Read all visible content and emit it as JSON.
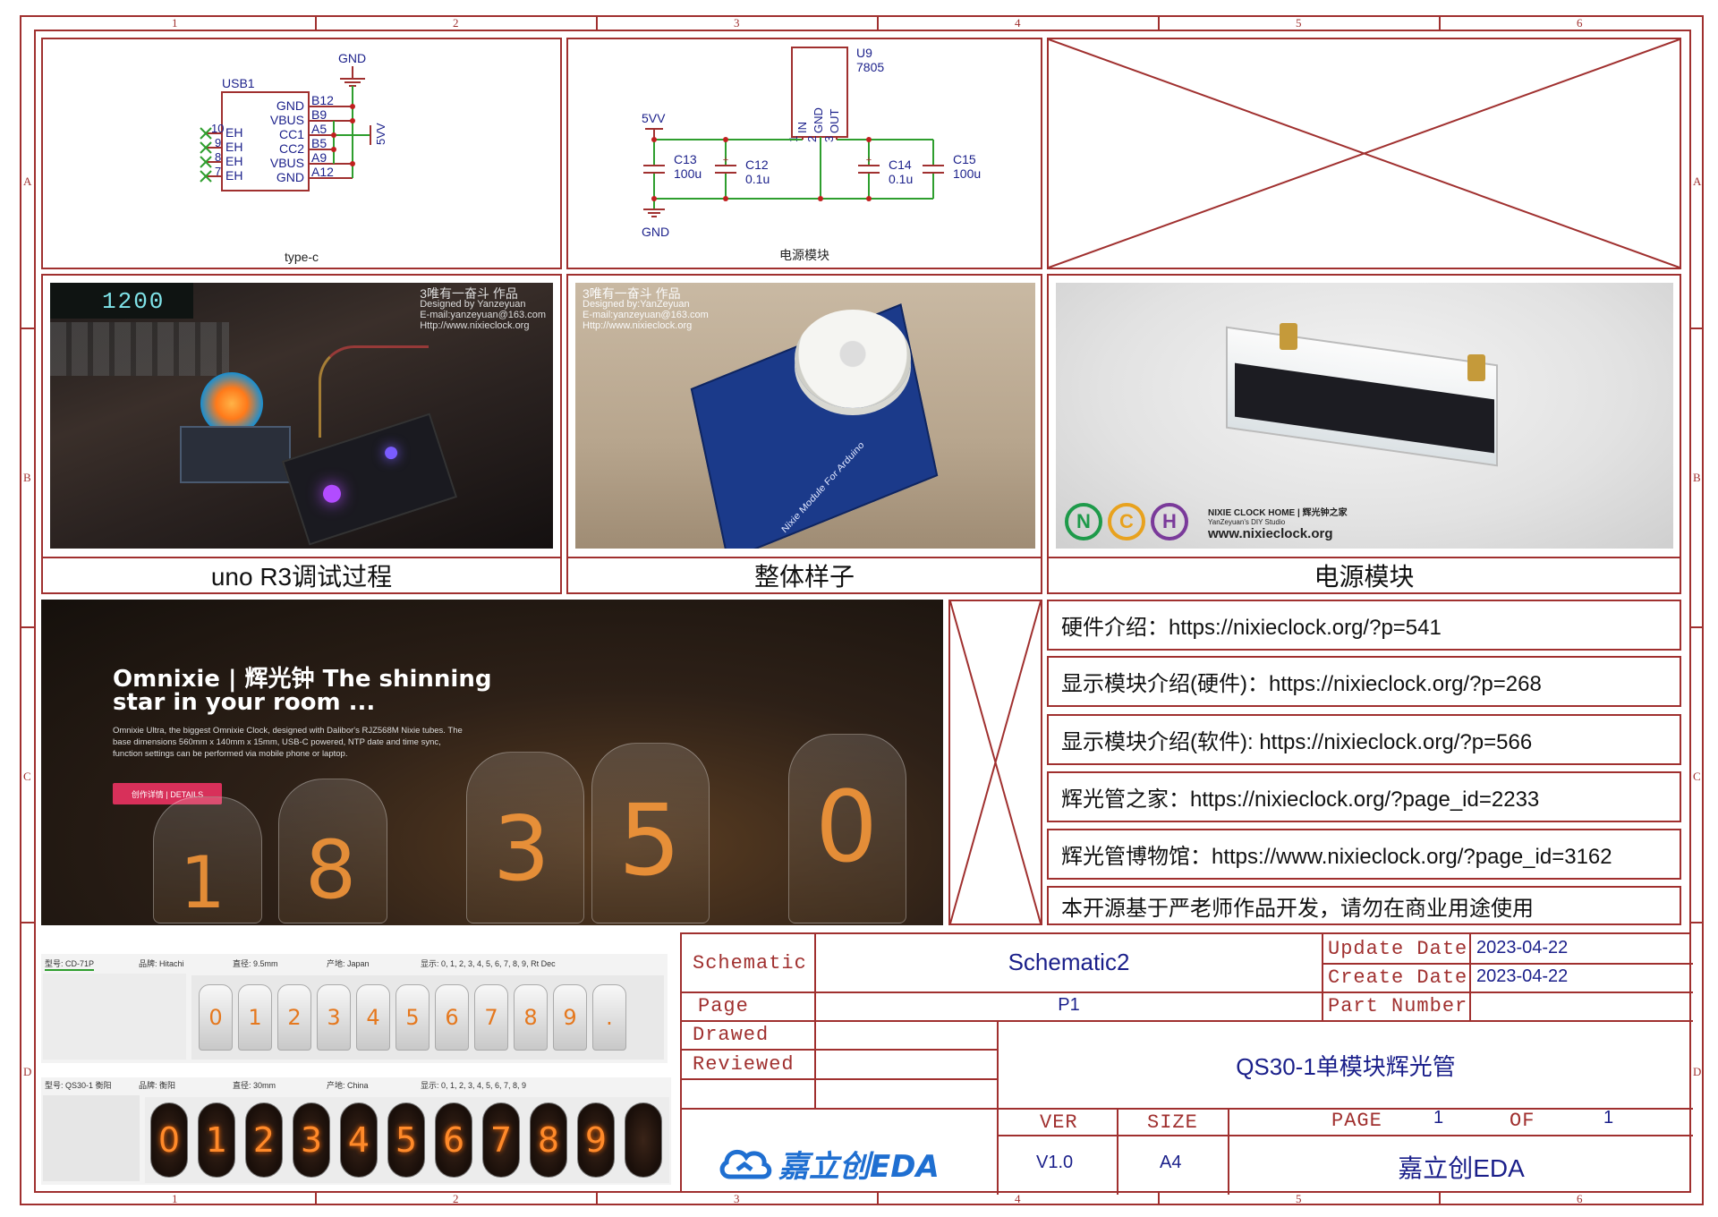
{
  "rulers": {
    "columns": [
      "1",
      "2",
      "3",
      "4",
      "5",
      "6"
    ],
    "rows": [
      "A",
      "B",
      "C",
      "D"
    ]
  },
  "typec": {
    "title": "type-c",
    "ref": "USB1",
    "gnd_label": "GND",
    "net_5v": "5VV",
    "left_pins": [
      "GND",
      "VBUS",
      "CC1",
      "CC2",
      "VBUS",
      "GND"
    ],
    "right_pins": [
      "B12",
      "B9",
      "A5",
      "B5",
      "A9",
      "A12"
    ],
    "eh_pins": [
      "10",
      "9",
      "8",
      "7"
    ],
    "eh_labels": [
      "EH",
      "EH",
      "EH",
      "EH"
    ]
  },
  "power": {
    "title": "电源模块",
    "ref": "U9",
    "part": "7805",
    "pin_labels": [
      "IN",
      "GND",
      "OUT"
    ],
    "pin_numbers": [
      "1",
      "2",
      "3"
    ],
    "net_in": "5VV",
    "gnd": "GND",
    "caps": [
      {
        "ref": "C13",
        "value": "100u"
      },
      {
        "ref": "C12",
        "value": "0.1u"
      },
      {
        "ref": "C14",
        "value": "0.1u"
      },
      {
        "ref": "C15",
        "value": "100u"
      }
    ]
  },
  "photo_labels": {
    "uno": {
      "caption": "uno R3调试过程",
      "display": "1200",
      "watermark": [
        "3唯有一奋斗 作品",
        "Designed by Yanzeyuan",
        "E-mail:yanzeyuan@163.com",
        "Http://www.nixieclock.org"
      ]
    },
    "whole": {
      "caption": "整体样子",
      "watermark": [
        "3唯有一奋斗 作品",
        "Designed by:YanZeyuan",
        "E-mail:yanzeyuan@163.com",
        "Http://www.nixieclock.org"
      ],
      "board_text": "Nixie Module For Arduino"
    },
    "power": {
      "caption": "电源模块",
      "brand_line1": "NIXIE CLOCK HOME | 辉光钟之家",
      "brand_line2": "YanZeyuan's DIY Studio",
      "brand_url": "www.nixieclock.org",
      "logo_letters": [
        "N",
        "C",
        "H"
      ]
    }
  },
  "banner": {
    "headline_1": "Omnixie | 辉光钟 The shinning",
    "headline_2": "star in your room ...",
    "body_1": "Omnixie Ultra, the biggest Omnixie Clock, designed with Dalibor's RJZ568M Nixie tubes. The",
    "body_2": "base dimensions 560mm x 140mm x 15mm, USB-C powered, NTP date and time sync,",
    "body_3": "function settings can be performed via mobile phone or laptop.",
    "button": "创作详情 | DETAILS",
    "digits": [
      "1",
      "8",
      "3",
      "5",
      "0"
    ]
  },
  "links": [
    "硬件介绍：https://nixieclock.org/?p=541",
    "显示模块介绍(硬件)：https://nixieclock.org/?p=268",
    "显示模块介绍(软件): https://nixieclock.org/?p=566",
    "辉光管之家：https://nixieclock.org/?page_id=2233",
    "辉光管博物馆：https://www.nixieclock.org/?page_id=3162",
    "本开源基于严老师作品开发，请勿在商业用途使用"
  ],
  "tube_strip_1": {
    "model": "型号: CD-71P",
    "brand": "品牌: Hitachi",
    "diameter": "直径: 9.5mm",
    "origin": "产地: Japan",
    "display": "显示: 0, 1, 2, 3, 4, 5, 6, 7, 8, 9, Rt Dec",
    "digits": [
      "0",
      "1",
      "2",
      "3",
      "4",
      "5",
      "6",
      "7",
      "8",
      "9",
      "."
    ]
  },
  "tube_strip_2": {
    "model": "型号: QS30-1 衡阳",
    "brand": "品牌: 衡阳",
    "diameter": "直径: 30mm",
    "origin": "产地: China",
    "display": "显示: 0, 1, 2, 3, 4, 5, 6, 7, 8, 9",
    "digits": [
      "0",
      "1",
      "2",
      "3",
      "4",
      "5",
      "6",
      "7",
      "8",
      "9"
    ]
  },
  "title_block": {
    "schematic_label": "Schematic",
    "schematic_value": "Schematic2",
    "update_label": "Update Date",
    "update_value": "2023-04-22",
    "create_label": "Create Date",
    "create_value": "2023-04-22",
    "page_label": "Page",
    "page_value": "P1",
    "part_label": "Part Number",
    "drawed_label": "Drawed",
    "reviewed_label": "Reviewed",
    "project": "QS30-1单模块辉光管",
    "ver_label": "VER",
    "ver_value": "V1.0",
    "size_label": "SIZE",
    "size_value": "A4",
    "pagenum_label": "PAGE",
    "pagenum_value": "1",
    "of_label": "OF",
    "of_value": "1",
    "logo_text": "嘉立创EDA",
    "company": "嘉立创EDA"
  },
  "colors": {
    "frame": "#a0302f",
    "wire": "#2e9e2e",
    "label_blue": "#1a1f8a",
    "junction": "#c0201f"
  }
}
